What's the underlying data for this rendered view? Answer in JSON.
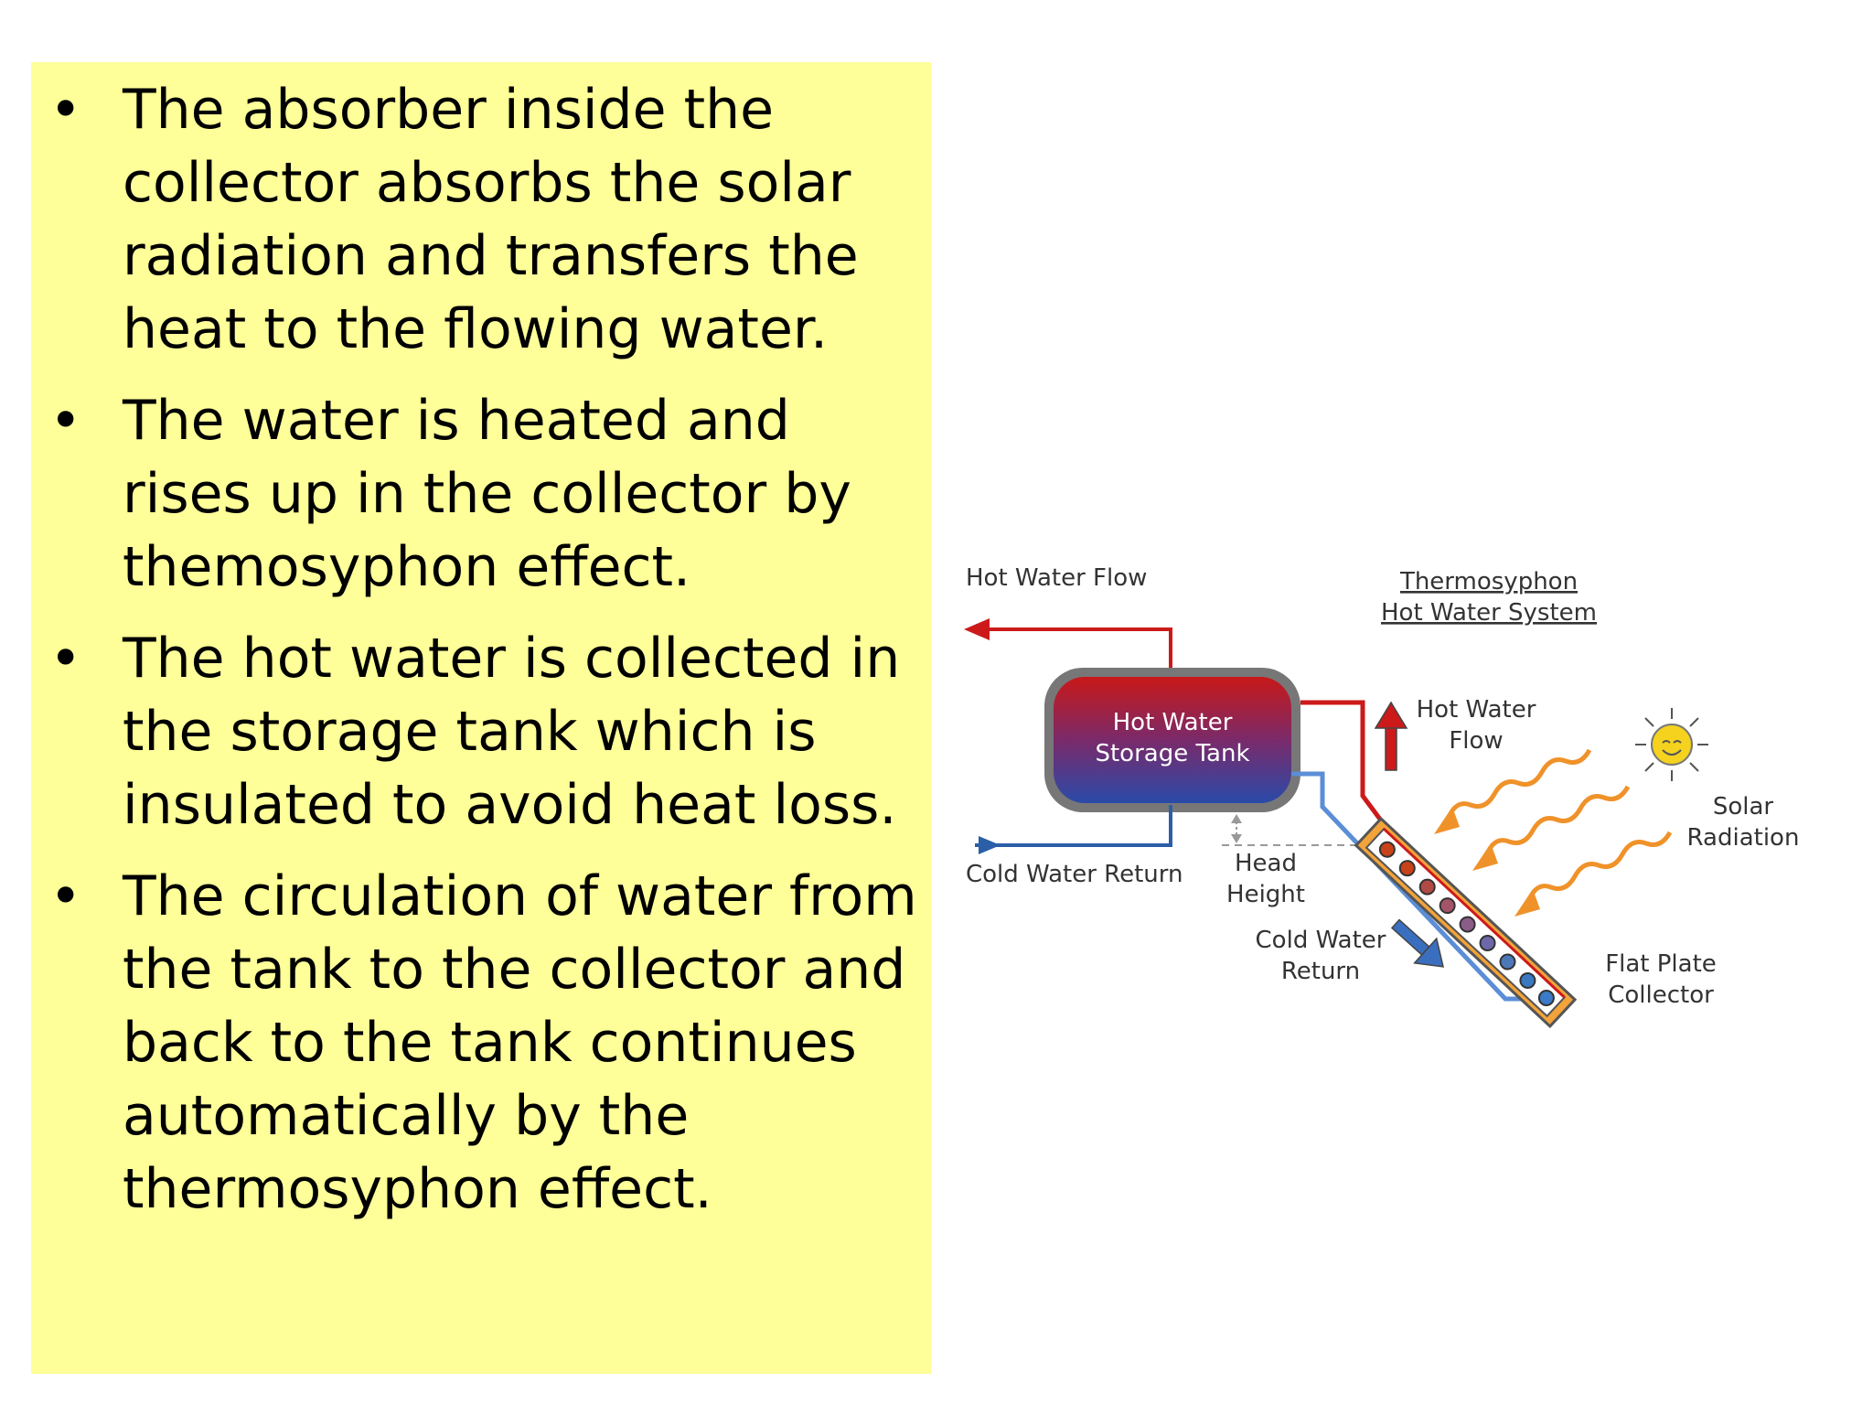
{
  "bullets": [
    "The absorber inside the collector absorbs the solar radiation and transfers the heat to the flowing water.",
    "The water is heated and rises up in the collector by themosyphon effect.",
    "The hot water is collected in the storage tank which is insulated to avoid heat loss.",
    "The circulation of water from the tank to the collector and back to the tank continues automatically by the thermosyphon effect."
  ],
  "diagram": {
    "title_line1": "Thermosyphon",
    "title_line2": "Hot Water System",
    "hot_water_flow_out": "Hot Water Flow",
    "cold_water_return_in": "Cold Water Return",
    "tank_line1": "Hot Water",
    "tank_line2": "Storage Tank",
    "riser_line1": "Hot Water",
    "riser_line2": "Flow",
    "head_line1": "Head",
    "head_line2": "Height",
    "return_line1": "Cold Water",
    "return_line2": "Return",
    "solar_line1": "Solar",
    "solar_line2": "Radiation",
    "collector_line1": "Flat Plate",
    "collector_line2": "Collector"
  },
  "colors": {
    "panel_bg": "#ffff99",
    "hot": "#cc1a1a",
    "cold": "#2a5fa8",
    "arrow_orange": "#f0922a",
    "sun": "#f5d21e"
  }
}
